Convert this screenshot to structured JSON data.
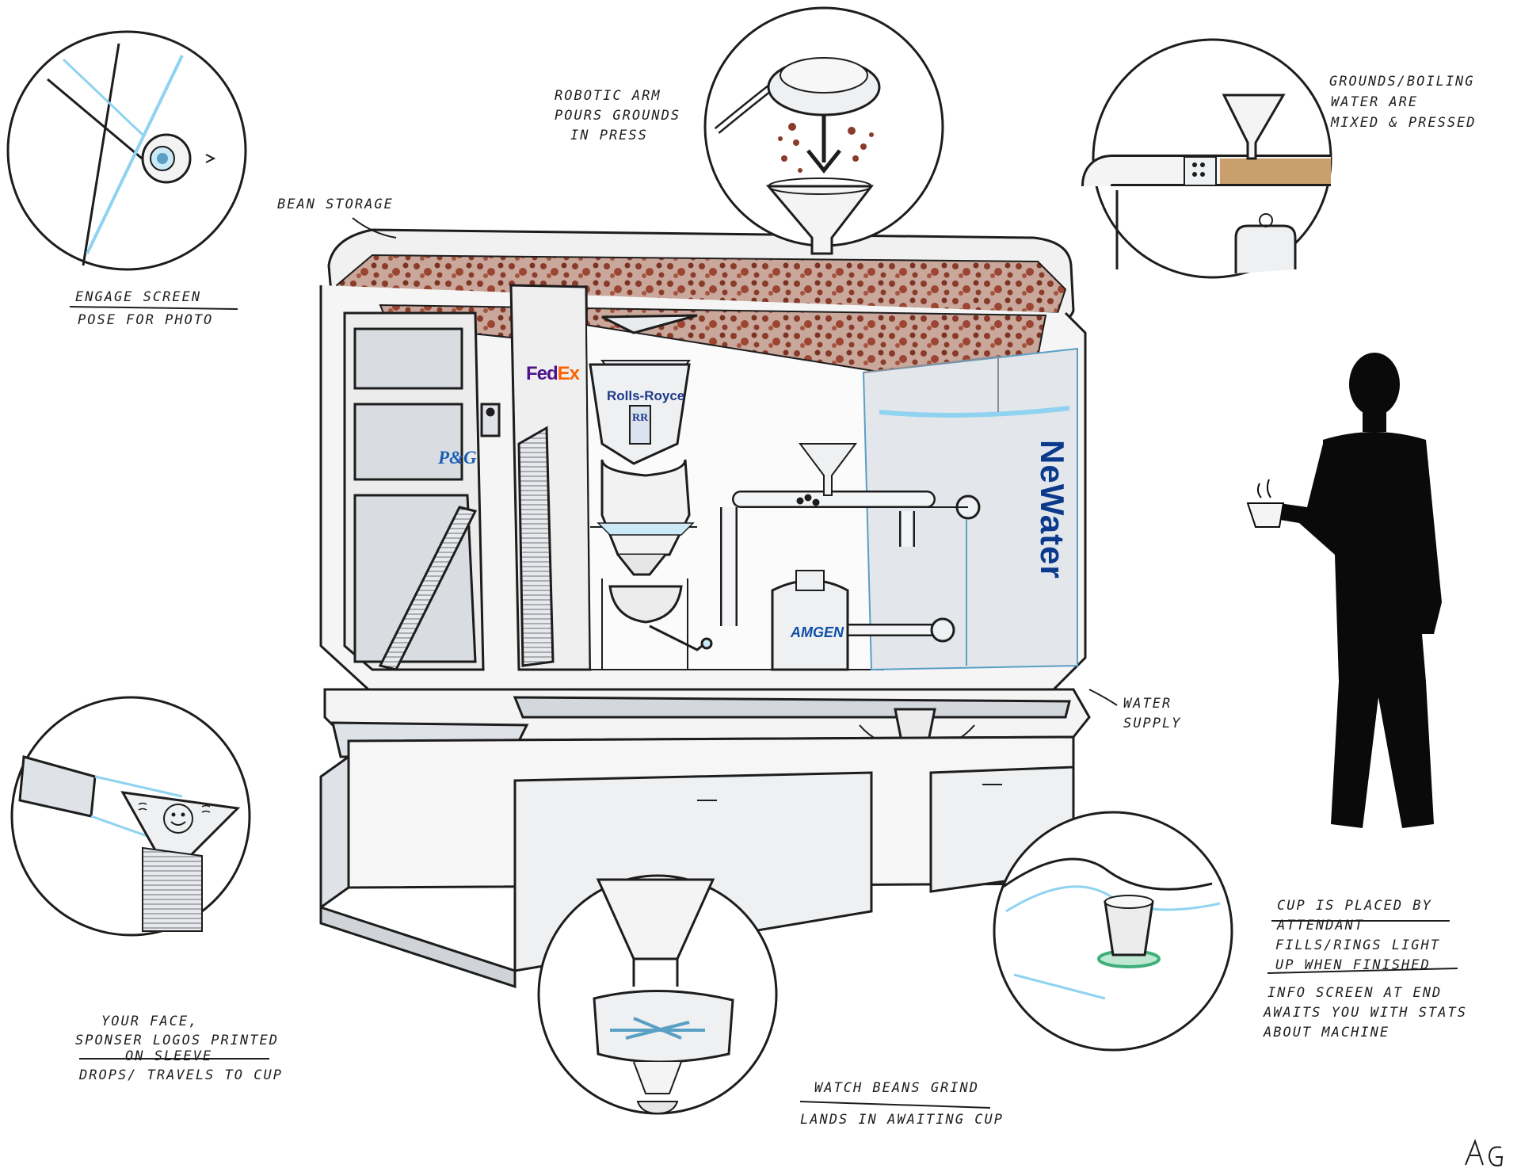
{
  "notes": {
    "engage_screen": "Engage screen",
    "pose_for_photo": "Pose for photo",
    "bean_storage": "Bean storage",
    "robotic_arm_1": "Robotic arm",
    "robotic_arm_2": "pours grounds",
    "robotic_arm_3": "in press",
    "grounds_1": "Grounds/boiling",
    "grounds_2": "water are",
    "grounds_3": "mixed & pressed",
    "water_supply_1": "Water",
    "water_supply_2": "supply",
    "your_face_1": "Your face,",
    "your_face_2": "sponser logos printed",
    "your_face_3": "on sleeve",
    "drops": "Drops/ travels to cup",
    "watch_beans": "Watch beans grind",
    "lands": "Lands in awaiting cup",
    "cup_placed_1": "Cup is placed by",
    "cup_placed_2": "attendant",
    "fills_1": "Fills/rings light",
    "fills_2": "up when finished",
    "info_1": "Info screen at end",
    "info_2": "awaits you with stats",
    "info_3": "about machine"
  },
  "logos": {
    "fedex_fed": "Fed",
    "fedex_ex": "Ex",
    "rolls_royce": "Rolls-Royce",
    "rr_badge": "RR",
    "pg": "P&G",
    "amgen": "AMGEN",
    "newater_ne": "Ne",
    "newater_water": "Water"
  },
  "signature": "AG",
  "colors": {
    "ink": "#1d1d1d",
    "beans": "#8a3b2a",
    "water": "#8fd3f0",
    "glass_grey": "#d9dde2",
    "silhouette": "#0a0a0a",
    "ring_green": "#3fae7a"
  }
}
